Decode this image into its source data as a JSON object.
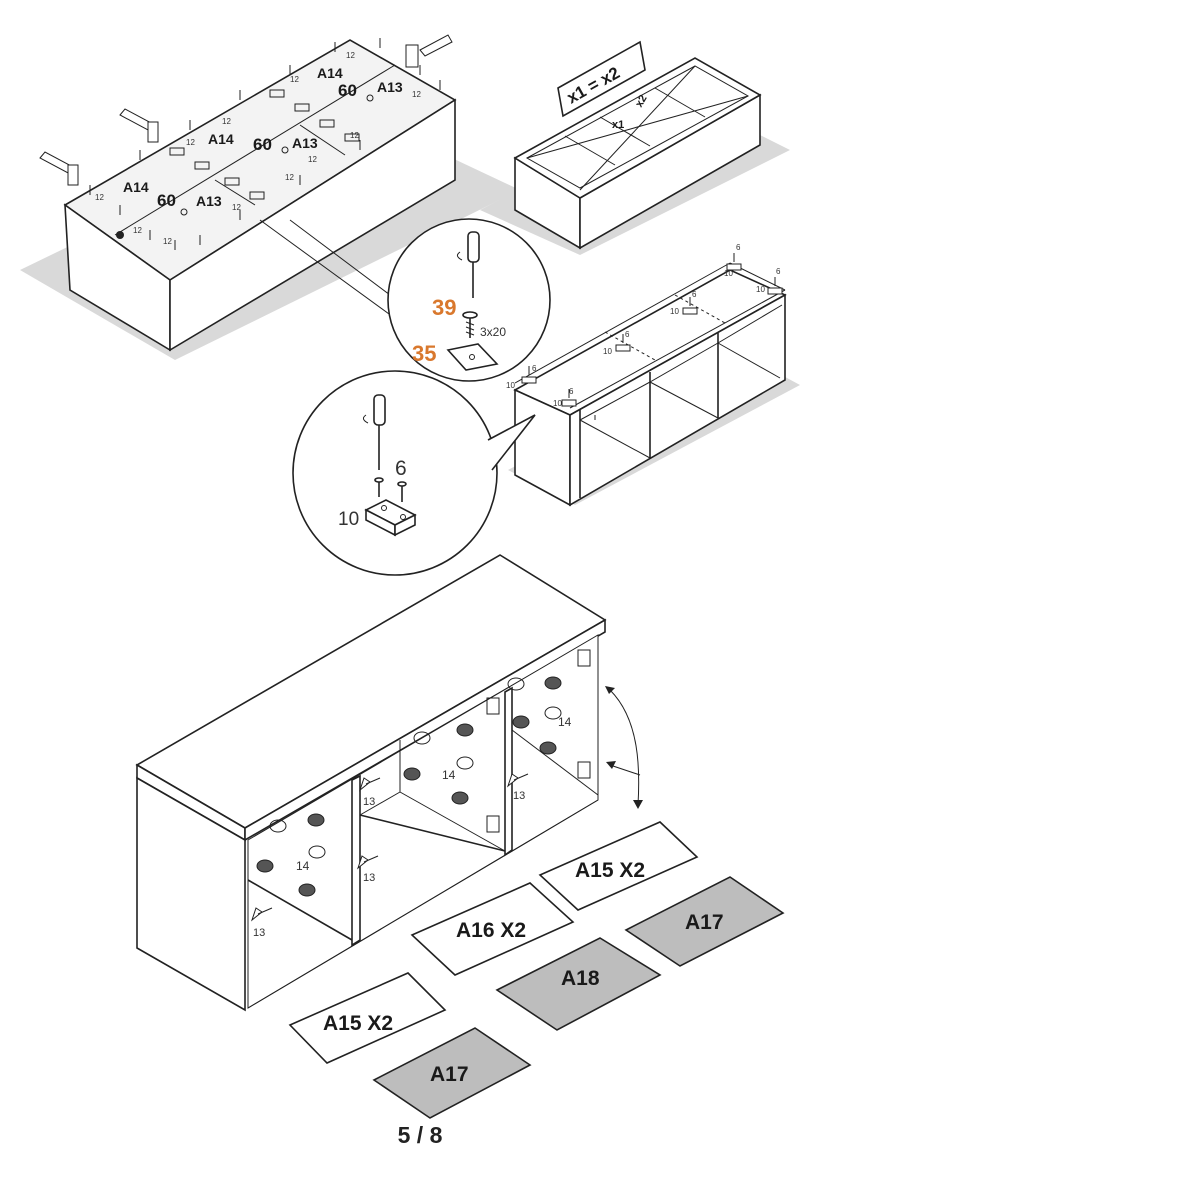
{
  "top_left_carcass": {
    "labels": {
      "a14_1": "A14",
      "a14_2": "A14",
      "a14_3": "A14",
      "a13_1": "A13",
      "a13_2": "A13",
      "a13_3": "A13",
      "c60_1": "60",
      "c60_2": "60",
      "c60_3": "60",
      "n12": "12"
    }
  },
  "square_check": {
    "formula": "x1 = x2",
    "x1": "x1",
    "x2": "x2"
  },
  "screw_detail": {
    "part_screw": "39",
    "part_plate": "35",
    "size": "3x20"
  },
  "foot_detail": {
    "part_glide": "10",
    "part_screw": "6"
  },
  "upright_cabinet": {
    "n6": "6",
    "n10": "10"
  },
  "front_assembly": {
    "n13": "13",
    "n14": "14"
  },
  "panels": {
    "a15_top": "A15 X2",
    "a17_top": "A17",
    "a16": "A16 X2",
    "a18": "A18",
    "a15_bottom": "A15 X2",
    "a17_bottom": "A17"
  },
  "colors": {
    "line": "#222222",
    "shade": "#d9d9d9",
    "grey_panel": "#bdbdbd",
    "part_number": "#d9782d"
  },
  "page": {
    "number": "5 / 8"
  }
}
